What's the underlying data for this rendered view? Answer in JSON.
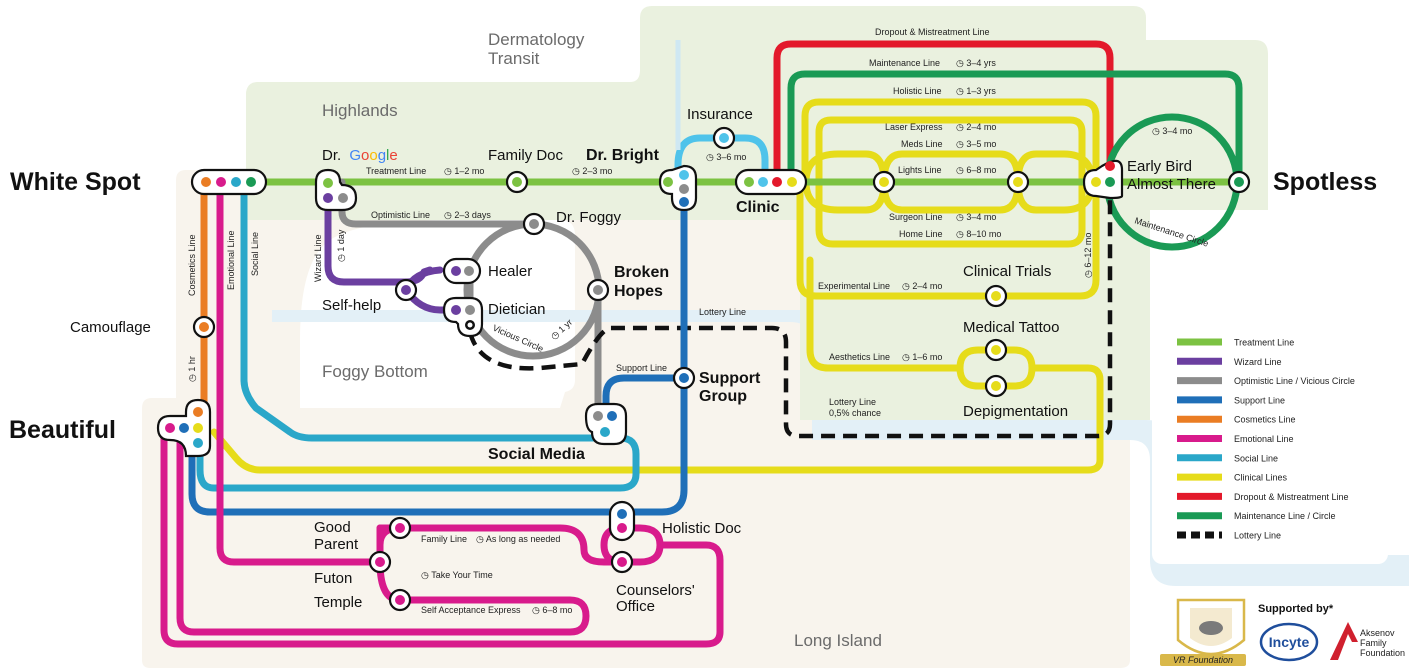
{
  "terminals": {
    "white_spot": "White Spot",
    "spotless": "Spotless",
    "beautiful": "Beautiful"
  },
  "regions": {
    "dermatology_1": "Dermatology",
    "dermatology_2": "Transit",
    "highlands": "Highlands",
    "foggy_bottom": "Foggy Bottom",
    "long_island": "Long Island"
  },
  "stations": {
    "dr": "Dr.",
    "google": [
      "G",
      "o",
      "o",
      "g",
      "l",
      "e"
    ],
    "family_doc": "Family Doc",
    "dr_bright": "Dr. Bright",
    "insurance": "Insurance",
    "clinic": "Clinic",
    "early_bird": "Early Bird",
    "almost_there": "Almost There",
    "dr_foggy": "Dr. Foggy",
    "healer": "Healer",
    "self_help": "Self-help",
    "dietician": "Dietician",
    "broken_1": "Broken",
    "broken_2": "Hopes",
    "camouflage": "Camouflage",
    "support_1": "Support",
    "support_2": "Group",
    "social_media": "Social Media",
    "clinical_trials": "Clinical Trials",
    "medical_tattoo": "Medical Tattoo",
    "depigmentation": "Depigmentation",
    "good_parent_1": "Good",
    "good_parent_2": "Parent",
    "futon_1": "Futon",
    "futon_2": "Temple",
    "holistic_doc": "Holistic Doc",
    "counselors_1": "Counselors'",
    "counselors_2": "Office"
  },
  "line_labels": {
    "dropout": "Dropout & Mistreatment Line",
    "maintenance": "Maintenance Line",
    "maintenance_time": "3–4 yrs",
    "holistic": "Holistic Line",
    "holistic_time": "1–3 yrs",
    "laser": "Laser Express",
    "laser_time": "2–4 mo",
    "meds": "Meds Line",
    "meds_time": "3–5 mo",
    "lights": "Lights Line",
    "lights_time": "6–8 mo",
    "surgeon": "Surgeon Line",
    "surgeon_time": "3–4 mo",
    "home": "Home Line",
    "home_time": "8–10 mo",
    "treatment": "Treatment Line",
    "treatment_time": "1–2 mo",
    "treatment_time2": "2–3 mo",
    "insurance_time": "3–6 mo",
    "optimistic": "Optimistic Line",
    "optimistic_time": "2–3 days",
    "wizard": "Wizard Line",
    "wizard_time": "1 day",
    "cosmetics": "Cosmetics Line",
    "cosmetics_time": "1 hr",
    "emotional": "Emotional Line",
    "social": "Social Line",
    "vicious": "Vicious Circle",
    "vicious_time": "1 yr",
    "lottery": "Lottery Line",
    "lottery_2": "Lottery Line",
    "lottery_chance": "0,5% chance",
    "support": "Support Line",
    "experimental": "Experimental Line",
    "experimental_time": "2–4 mo",
    "aesthetics": "Aesthetics Line",
    "aesthetics_time": "1–6 mo",
    "family": "Family Line",
    "family_time": "As long as needed",
    "take_time": "Take Your Time",
    "self_acceptance": "Self Acceptance Express",
    "self_acceptance_time": "6–8 mo",
    "circle_time": "3–4 mo",
    "maintenance_circle": "Maintenance Circle",
    "vertical_time": "6–12 mo"
  },
  "legend": [
    {
      "label": "Treatment Line",
      "color": "#7cc242",
      "dashed": false
    },
    {
      "label": "Wizard Line",
      "color": "#6b3fa0",
      "dashed": false
    },
    {
      "label": "Optimistic Line / Vicious Circle",
      "color": "#8c8c8c",
      "dashed": false
    },
    {
      "label": "Support Line",
      "color": "#1f6fb8",
      "dashed": false
    },
    {
      "label": "Cosmetics Line",
      "color": "#ea7d24",
      "dashed": false
    },
    {
      "label": "Emotional Line",
      "color": "#d81b8c",
      "dashed": false
    },
    {
      "label": "Social Line",
      "color": "#2aa7c9",
      "dashed": false
    },
    {
      "label": "Clinical Lines",
      "color": "#e6dc1a",
      "dashed": false
    },
    {
      "label": "Dropout & Mistreatment Line",
      "color": "#e3192b",
      "dashed": false
    },
    {
      "label": "Maintenance Line / Circle",
      "color": "#1a9a55",
      "dashed": false
    },
    {
      "label": "Lottery Line",
      "color": "#111111",
      "dashed": true
    }
  ],
  "sponsors": {
    "supported_by": "Supported by*",
    "vr": "VR Foundation",
    "incyte": "Incyte",
    "aksenov_1": "Aksenov",
    "aksenov_2": "Family",
    "aksenov_3": "Foundation"
  },
  "colors": {
    "treatment": "#7cc242",
    "wizard": "#6b3fa0",
    "gray": "#8c8c8c",
    "support": "#1f6fb8",
    "cosmetics": "#ea7d24",
    "emotional": "#d81b8c",
    "social": "#2aa7c9",
    "clinical": "#e6dc1a",
    "dropout": "#e3192b",
    "maintenance": "#1a9a55",
    "insurance": "#4fc3ea",
    "highlands_bg": "#eaf1df",
    "long_island_bg": "#f7f3ec",
    "water": "#dbeef7"
  }
}
